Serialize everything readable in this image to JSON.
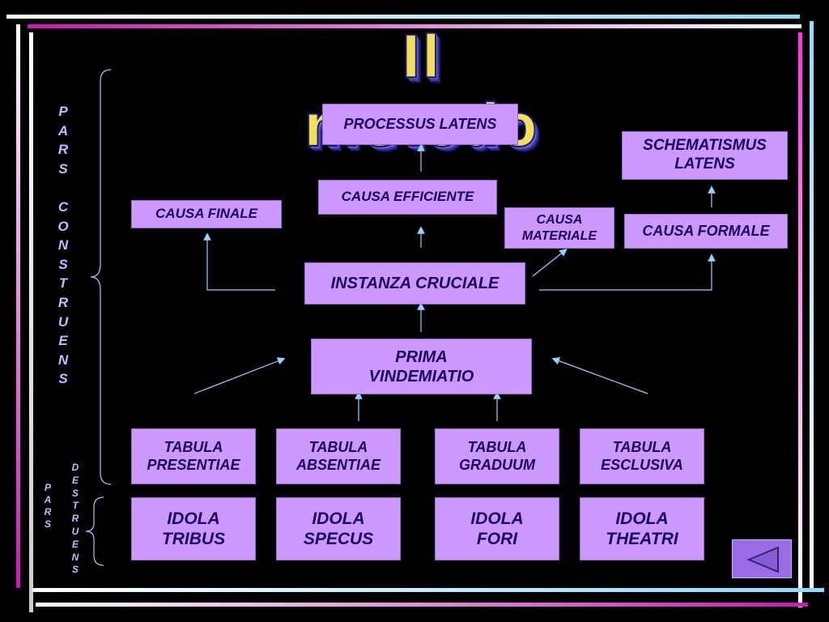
{
  "title": "Il metodo",
  "boxes": {
    "processus_latens": "PROCESSUS LATENS",
    "schematismus_latens": "SCHEMATISMUS\nLATENS",
    "causa_efficiente": "CAUSA EFFICIENTE",
    "causa_finale": "CAUSA FINALE",
    "causa_materiale": "CAUSA\nMATERIALE",
    "causa_formale": "CAUSA FORMALE",
    "instanza_cruciale": "INSTANZA CRUCIALE",
    "prima_vindemiatio": "PRIMA\nVINDEMIATIO",
    "tabula_presentiae": "TABULA\nPRESENTIAE",
    "tabula_absentiae": "TABULA\nABSENTIAE",
    "tabula_graduum": "TABULA\nGRADUUM",
    "tabula_esclusiva": "TABULA\nESCLUSIVA",
    "idola_tribus": "IDOLA\nTRIBUS",
    "idola_specus": "IDOLA\nSPECUS",
    "idola_fori": "IDOLA\nFORI",
    "idola_theatri": "IDOLA\nTHEATRI"
  },
  "side_labels": {
    "pars_construens": "P\nA\nR\nS\n\nC\nO\nN\nS\nT\nR\nU\nE\nN\nS",
    "pars": "P\nA\nR\nS",
    "destruens": "D\nE\nS\nT\nR\nU\nE\nN\nS"
  },
  "icons": {
    "back": "triangle-left-icon"
  },
  "colors": {
    "box_fill": "#cc99ff",
    "arrow": "#9ad0ff",
    "title_fill": "#f3e05a"
  }
}
